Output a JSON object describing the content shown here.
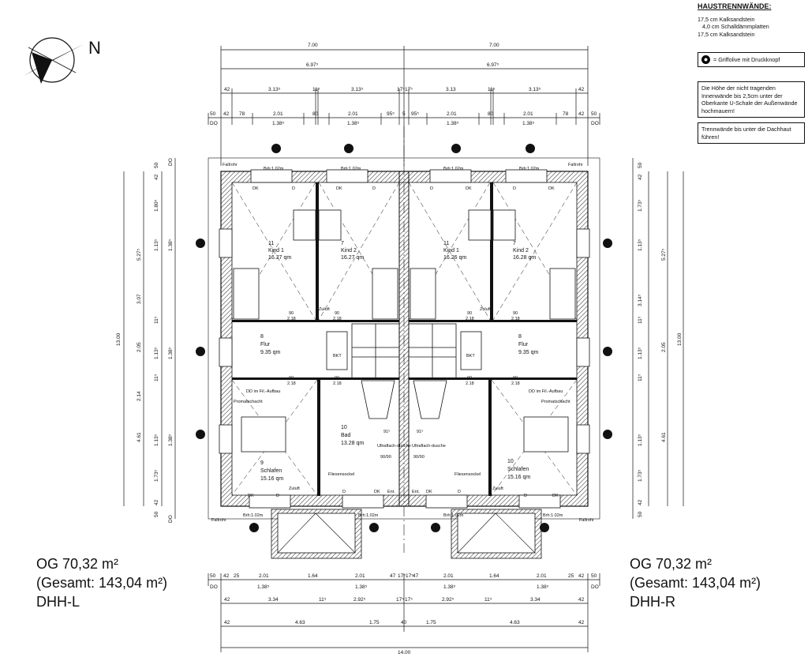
{
  "notes": {
    "title": "HAUSTRENNWÄNDE:",
    "layers": [
      "17,5 cm Kalksandstein",
      "4,0 cm Schalldämmplatten",
      "17,5 cm Kalksandstein"
    ],
    "legend_label": "= Griffolive mit Druckknopf",
    "note1": "Die Höhe der nicht tragenden Innenwände bis 2,5cm unter der Oberkante U-Schale der Außenwände hochmauern!",
    "note2": "Trennwände bis unter die Dachhaut führen!"
  },
  "left_unit": {
    "area": "OG 70,32 m²",
    "total": "(Gesamt: 143,04 m²)",
    "name": "DHH-L"
  },
  "right_unit": {
    "area": "OG 70,32 m²",
    "total": "(Gesamt: 143,04 m²)",
    "name": "DHH-R"
  },
  "compass_label": "N",
  "dims_top": {
    "half": "7.00",
    "inner": "6.97⁵",
    "seg_a": [
      "42",
      "3.13⁵",
      "11⁵",
      "3.13⁵",
      "17⁵",
      "17⁵",
      "3.13",
      "11⁵",
      "3.13⁵",
      "42"
    ],
    "seg_b": [
      "50",
      "42",
      "78",
      "2.01",
      "80",
      "2.01",
      "95⁵",
      "5",
      "95⁵",
      "2.01",
      "80",
      "2.01",
      "78",
      "42",
      "50"
    ],
    "sub": [
      "DO",
      "1.38⁵",
      "1.38⁵",
      "1.38⁵",
      "1.38⁵",
      "DO"
    ]
  },
  "dims_bottom": {
    "row1": [
      "50",
      "42",
      "25",
      "2.01",
      "1.64",
      "2.01",
      "47",
      "17⁵",
      "17⁵",
      "47",
      "2.01",
      "1.64",
      "2.01",
      "25",
      "42",
      "50"
    ],
    "row1_sub": [
      "DO",
      "1.38⁵",
      "1.38⁵",
      "1.38⁵",
      "1.38⁵",
      "DO"
    ],
    "row2": [
      "42",
      "3.34",
      "11⁵",
      "2.92⁵",
      "17⁵",
      "17⁵",
      "2.92⁵",
      "11⁵",
      "3.34",
      "42"
    ],
    "row3": [
      "42",
      "4.63",
      "1.75",
      "40",
      "1.75",
      "4.63",
      "42"
    ],
    "total": "14.00"
  },
  "dims_side": {
    "total": "13.00",
    "outer": [
      "5.27⁵",
      "3.07",
      "2.05",
      "2.14",
      "4.61"
    ],
    "inner": [
      "50",
      "42",
      "1.80⁵",
      "1.13⁵",
      "11⁵",
      "1.13⁵",
      "11⁵",
      "1.13⁵",
      "1.73⁵",
      "42",
      "50"
    ],
    "sub": [
      "DO",
      "1.38⁵",
      "1.38⁵",
      "1.38⁵",
      "DO"
    ],
    "right_inner": [
      "50",
      "42",
      "1.73⁵",
      "1.13⁵",
      "3.14⁵",
      "11⁵",
      "1.13⁵",
      "11⁵",
      "1.13⁵",
      "1.73⁵",
      "42",
      "50"
    ],
    "right_outer": [
      "5.27⁵",
      "2.05",
      "4.61"
    ]
  },
  "labels": {
    "fallrohr": "Fallrohr",
    "brh": "Brh:1.02m",
    "dk": "DK",
    "d": "D",
    "zuluft": "Zuluft",
    "bkt": "BKT",
    "promat": "Promatschacht",
    "ddfil": "DD im Fil.-Aufbau",
    "fliesen": "Fliesensockel",
    "dusche": "Ultraflach-dusche",
    "dusche_size": "90/90",
    "ent": "Ent.",
    "door_w": "90",
    "door_h": "2.18",
    "bath_w": "91⁵"
  },
  "rooms_left": [
    {
      "num": "11",
      "name": "Kind 1",
      "area": "16.27  qm"
    },
    {
      "num": "7",
      "name": "Kind 2",
      "area": "16.27  qm"
    },
    {
      "num": "8",
      "name": "Flur",
      "area": "9.35  qm"
    },
    {
      "num": "10",
      "name": "Bad",
      "area": "13.28  qm"
    },
    {
      "num": "9",
      "name": "Schlafen",
      "area": "15.16  qm"
    }
  ],
  "rooms_right": [
    {
      "num": "11",
      "name": "Kind 1",
      "area": "16.26  qm"
    },
    {
      "num": "7",
      "name": "Kind 2",
      "area": "16.28  qm"
    },
    {
      "num": "8",
      "name": "Flur",
      "area": "9.35  qm"
    },
    {
      "num": "10",
      "name": "Schlafen",
      "area": "15.16  qm"
    }
  ]
}
